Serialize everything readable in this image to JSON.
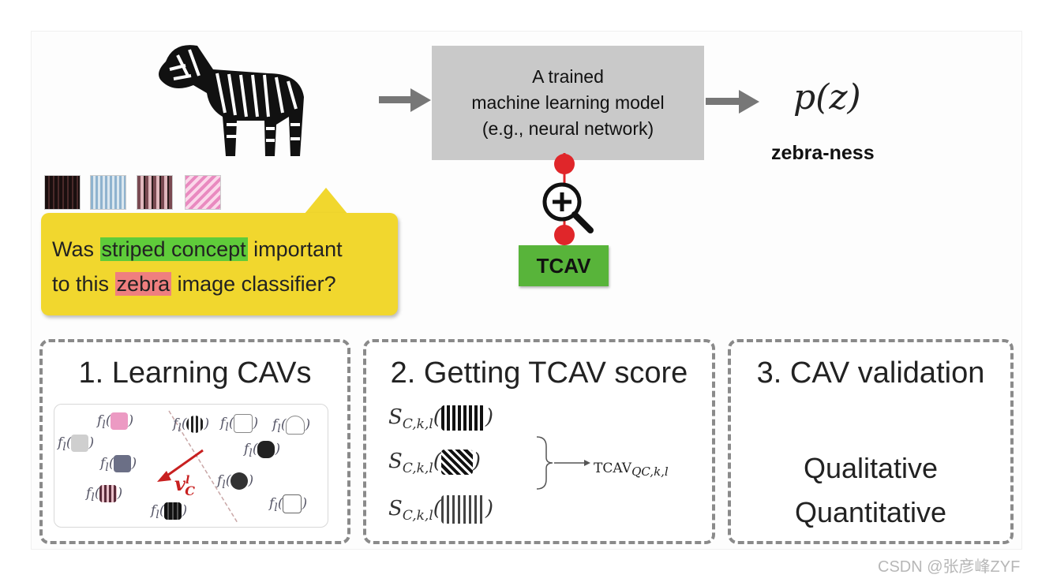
{
  "model_box": {
    "lines": [
      "A trained",
      "machine learning model",
      "(e.g., neural network)"
    ]
  },
  "output": {
    "formula": "p(z)",
    "label": "zebra-ness"
  },
  "question": {
    "pre": "Was ",
    "concept": "striped concept",
    "mid": " important",
    "line2_pre": "to this ",
    "target": "zebra",
    "line2_post": " image classifier?"
  },
  "tcav_label": "TCAV",
  "panels": {
    "learning": {
      "title": "1. Learning CAVs",
      "func": "f",
      "func_sub": "l",
      "cav_symbol": "v",
      "cav_sup": "l",
      "cav_sub": "C"
    },
    "score": {
      "title": "2. Getting TCAV score",
      "score_symbol": "S",
      "score_sub": "C,k,l",
      "result": "TCAV",
      "result_sub": "QC,k,l"
    },
    "validation": {
      "title": "3. CAV validation",
      "items": [
        "Qualitative",
        "Quantitative"
      ]
    }
  },
  "watermark": "CSDN @张彦峰ZYF",
  "colors": {
    "model_box": "#c9c9c9",
    "bubble": "#f1d72e",
    "tcav": "#58b43a",
    "highlight_green": "#5fcc3a",
    "highlight_red": "#ef7f7f",
    "probe": "#e0262a"
  }
}
